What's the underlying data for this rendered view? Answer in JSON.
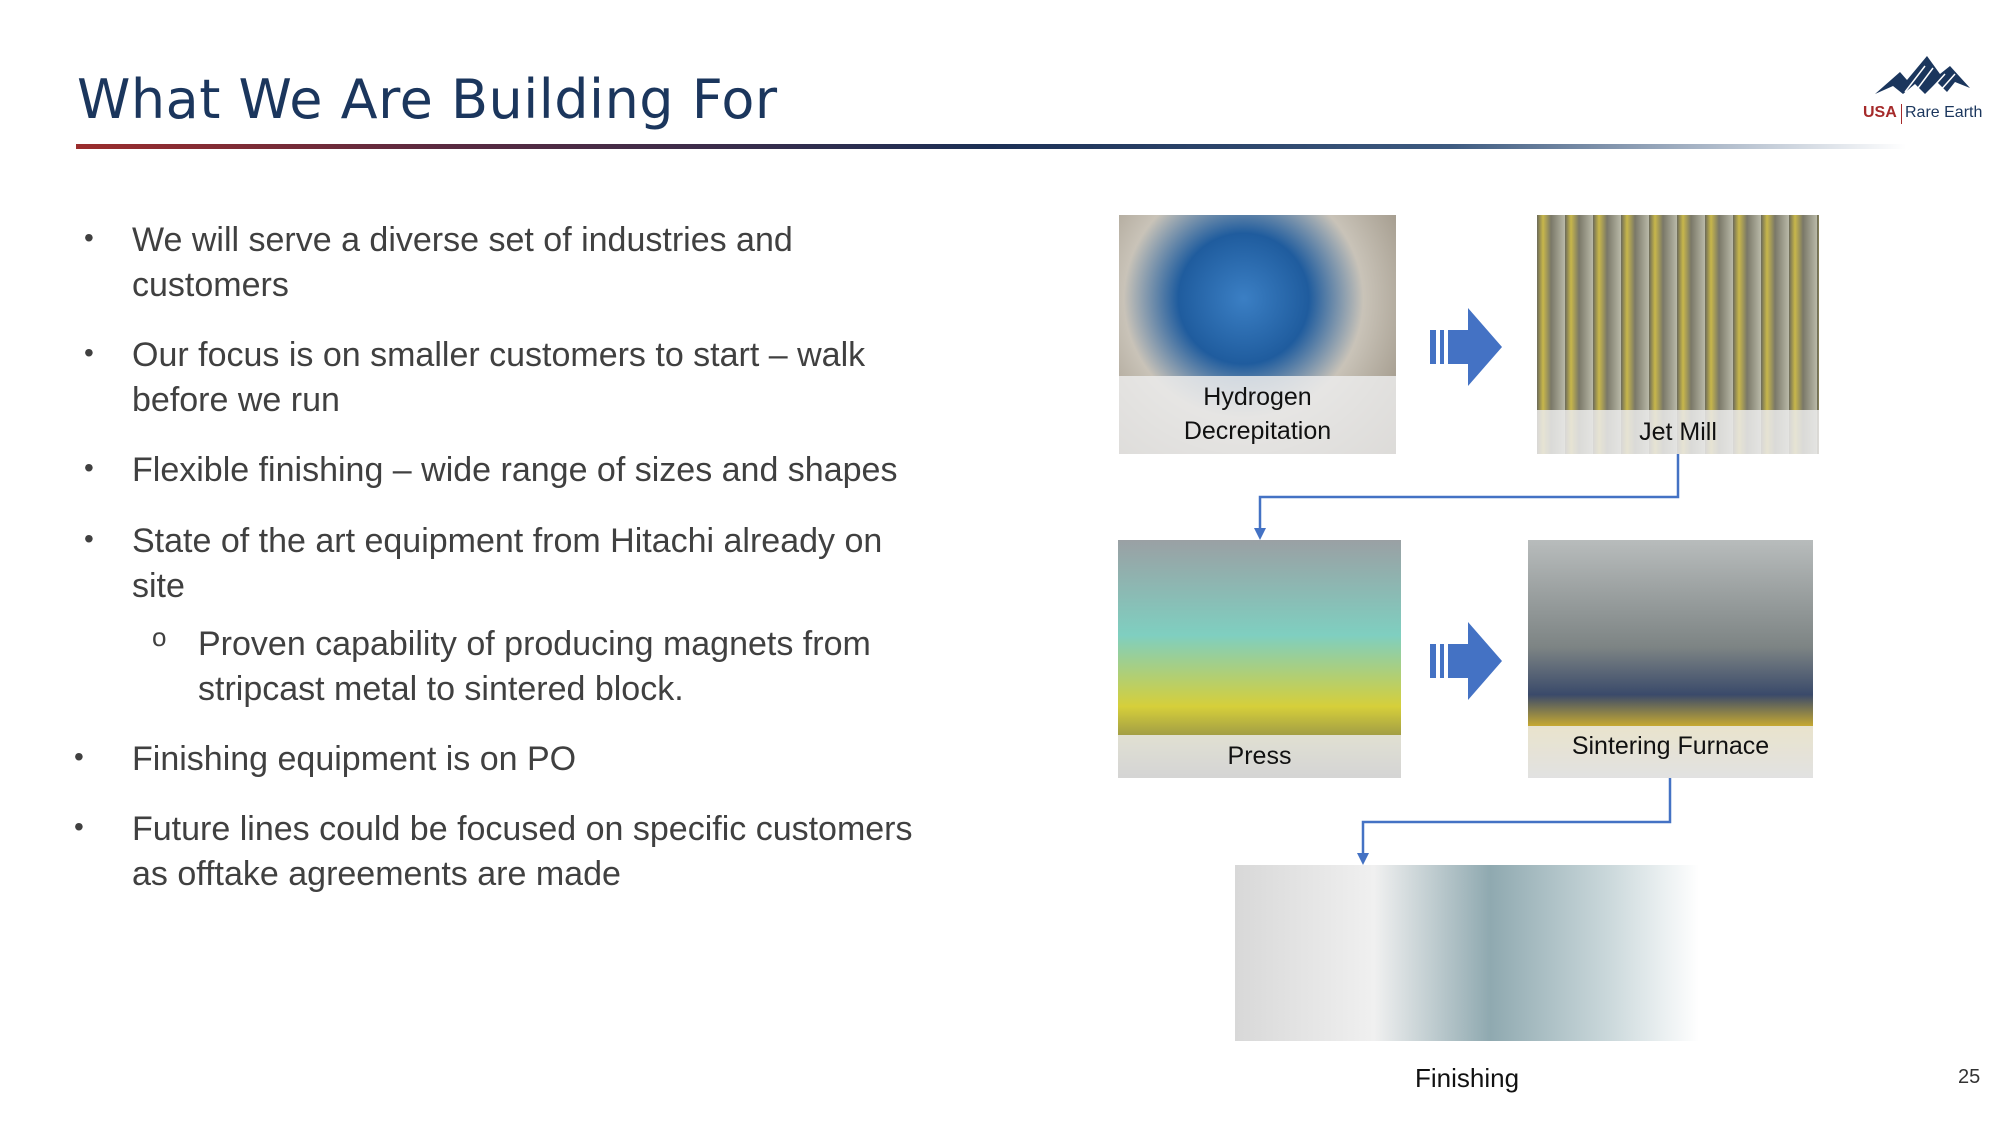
{
  "title": "What We Are Building For",
  "logo": {
    "brand": "USA",
    "name": "Rare Earth"
  },
  "bullets": [
    {
      "line1": "We will serve a diverse set of industries and",
      "line2": "customers"
    },
    {
      "line1": "Our focus is on smaller customers to start – walk",
      "line2": "before we run"
    },
    {
      "line1": "Flexible finishing – wide range of sizes and shapes"
    },
    {
      "line1": "State of the art equipment from Hitachi already on",
      "line2": "site"
    },
    {
      "line1": "Proven capability of producing magnets from",
      "line2": "stripcast metal to sintered block."
    },
    {
      "line1": "Finishing equipment is on PO"
    },
    {
      "line1": "Future lines could be focused on specific customers",
      "line2": "as offtake agreements are made"
    }
  ],
  "process": {
    "hd_line1": "Hydrogen",
    "hd_line2": "Decrepitation",
    "jet": "Jet Mill",
    "press": "Press",
    "sinter": "Sintering Furnace",
    "finish": "Finishing"
  },
  "colors": {
    "title": "#1b365d",
    "arrow": "#4472c4",
    "connector": "#4472c4"
  },
  "page_number": "25"
}
